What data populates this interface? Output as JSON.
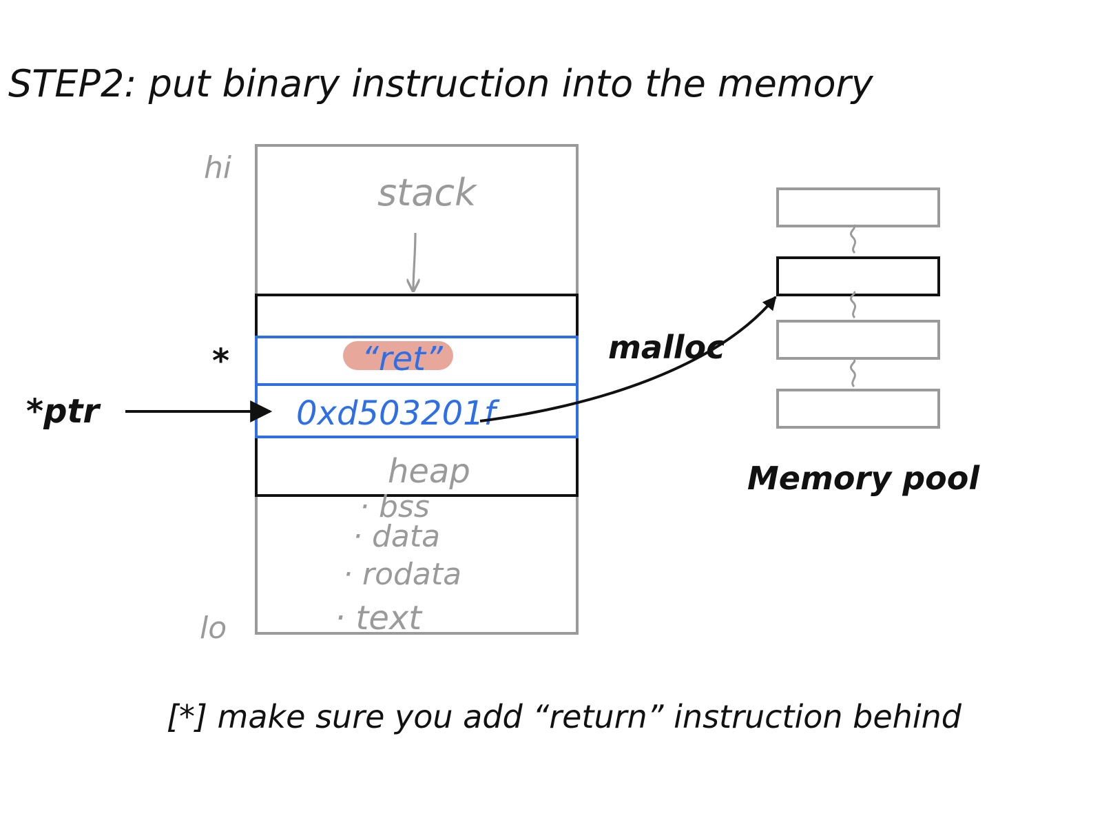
{
  "title": "STEP2: put binary instruction into the memory",
  "memory_layout": {
    "hi_label": "hi",
    "lo_label": "lo",
    "stack_label": "stack",
    "heap_label": "heap",
    "bss_label": "· bss",
    "data_label": "· data",
    "rodata_label": "· rodata",
    "text_label": "· text",
    "star_marker": "*",
    "ret_label": "“ret”",
    "address_value": "0xd503201f"
  },
  "pointer_label": "*ptr",
  "malloc_label": "malloc",
  "memory_pool_label": "Memory pool",
  "note": "[*] make sure you add “return” instruction behind",
  "colors": {
    "gray": "#9a9a9a",
    "black": "#111111",
    "blue": "#2f6fe6",
    "ret_highlight": "#e7a89b"
  }
}
